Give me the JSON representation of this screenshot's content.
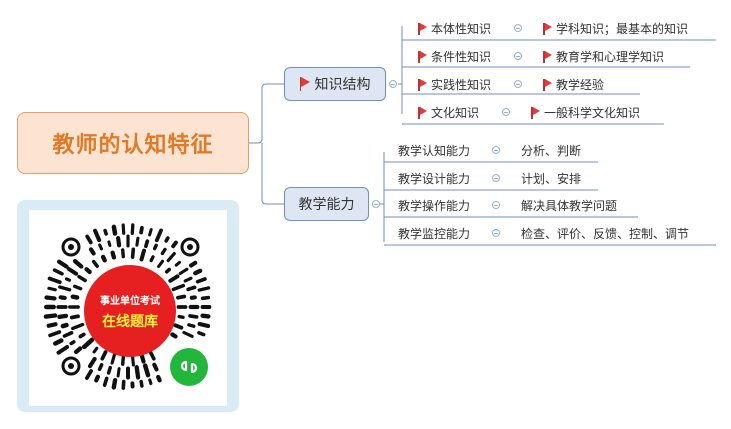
{
  "root": {
    "title": "教师的认知特征"
  },
  "branches": [
    {
      "label": "知识结构",
      "items": [
        {
          "left": "本体性知识",
          "right": "学科知识；最基本的知识"
        },
        {
          "left": "条件性知识",
          "right": "教育学和心理学知识"
        },
        {
          "left": "实践性知识",
          "right": "教学经验"
        },
        {
          "left": "文化知识",
          "right": "一般科学文化知识"
        }
      ]
    },
    {
      "label": "教学能力",
      "items": [
        {
          "left": "教学认知能力",
          "right": "分析、判断"
        },
        {
          "left": "教学设计能力",
          "right": "计划、安排"
        },
        {
          "left": "教学操作能力",
          "right": "解决具体教学问题"
        },
        {
          "left": "教学监控能力",
          "right": "检查、评价、反馈、控制、调节"
        }
      ]
    }
  ],
  "qr": {
    "top_text": "事业单位考试",
    "bottom_text": "在线题库"
  },
  "colors": {
    "root_bg": "#fde4d2",
    "root_text": "#e07a26",
    "branch_bg": "#dde6f2",
    "line": "#6f8fbf",
    "flag": "#e23b3b"
  }
}
